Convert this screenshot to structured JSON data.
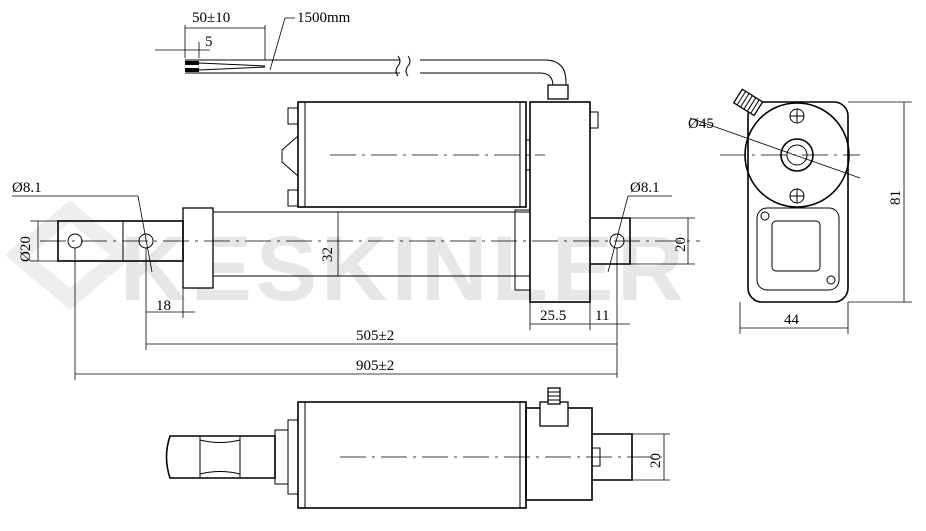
{
  "watermark": "KESKINLER",
  "dimensions": {
    "wire_strip": "50±10",
    "wire_end": "5",
    "cable_length": "1500mm",
    "rear_hole": "Ø8.1",
    "front_hole": "Ø8.1",
    "rod_dia": "Ø20",
    "body_height": "32",
    "front_clevis_width": "20",
    "rear_offset": "18",
    "front_offset_a": "25.5",
    "front_offset_b": "11",
    "retracted_length": "505±2",
    "extended_length": "905±2",
    "motor_dia": "Ø45",
    "end_height": "81",
    "end_width": "44",
    "bottom_clevis_width": "20"
  }
}
